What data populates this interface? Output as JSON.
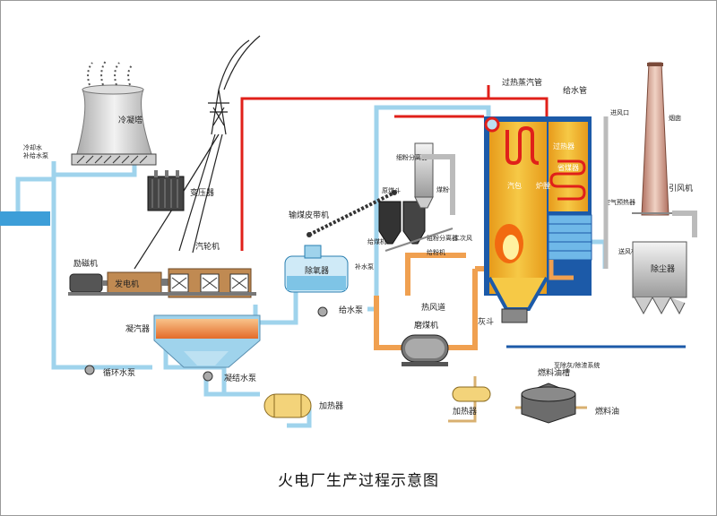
{
  "title": "火电厂生产过程示意图",
  "labels": {
    "cooling_tower": "冷凝塔",
    "cooling_water": "冷却水",
    "cooling_water_sub": "补给水泵",
    "transformer": "变压器",
    "exciter": "励磁机",
    "generator": "发电机",
    "turbine": "汽轮机",
    "condenser": "凝汽器",
    "circ_pump": "循环水泵",
    "condensate_pump": "凝结水泵",
    "heater_low": "加热器",
    "deaerator": "除氧器",
    "makeup": "补水泵",
    "feed_pump": "给水泵",
    "coal_conveyor": "输煤皮带机",
    "coal_hopper": "原煤斗",
    "coal_feeder": "给煤机",
    "mill": "磨煤机",
    "separator": "粗粉分离器",
    "cyclone": "细粉分离器",
    "pulverized_bin": "煤粉仓",
    "powder_feeder": "给粉机",
    "secondary_air": "二次风",
    "hot_air_duct": "热风道",
    "ash_hopper": "灰斗",
    "fuel_tank": "燃料油槽",
    "heater_oil": "加热器",
    "fuel_oil": "燃料油",
    "superheated_steam": "过热蒸汽管",
    "feedwater_pipe": "给水管",
    "superheater": "过热器",
    "economizer": "省煤器",
    "drum": "汽包",
    "furnace": "炉膛",
    "air_preheater": "空气预热器",
    "blower": "送风机",
    "dust_collector": "除尘器",
    "induced_fan": "引风机",
    "chimney": "烟囱",
    "air_inlet": "进风口",
    "ash_system": "至除灰/除渣系统"
  },
  "colors": {
    "water": "#9fd3ec",
    "steam": "#e0201a",
    "hot_air": "#f0a050",
    "coal": "#3a3a3a",
    "flame": "#f26a10"
  }
}
